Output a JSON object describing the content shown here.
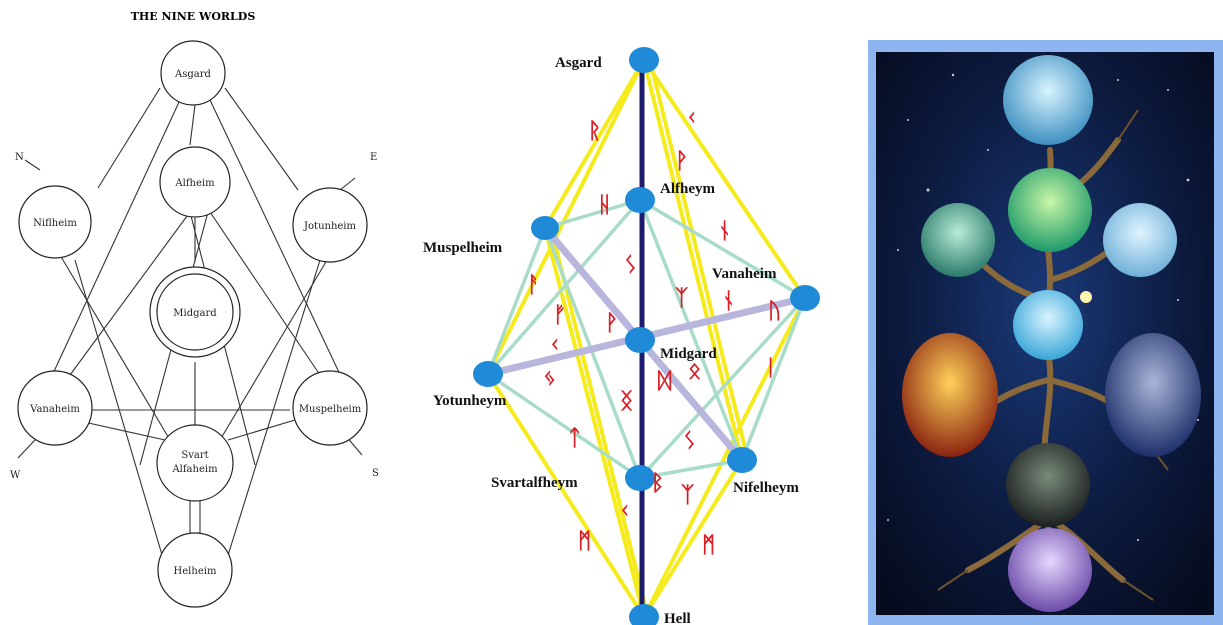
{
  "left": {
    "title": "THE NINE WORLDS",
    "worlds": {
      "asgard": "Asgard",
      "alfheim": "Alfheim",
      "midgard": "Midgard",
      "niflheim": "Niflheim",
      "jotunheim": "Jotunheim",
      "vanaheim": "Vanaheim",
      "muspelheim": "Muspelheim",
      "svart1": "Svart",
      "svart2": "Alfaheim",
      "helheim": "Helheim"
    },
    "directions": {
      "n": "N",
      "e": "E",
      "w": "W",
      "s": "S"
    }
  },
  "middle": {
    "nodes": {
      "asgard": "Asgard",
      "alfheym": "Alfheym",
      "muspelheim": "Muspelheim",
      "vanaheim": "Vanaheim",
      "midgard": "Midgard",
      "yotunheym": "Yotunheym",
      "svartalfheym": "Svartalfheym",
      "nifelheym": "Nifelheym",
      "hell": "Hell"
    },
    "colors": {
      "node": "#1e8ad8",
      "outer_lines": "#f5eb1c",
      "inner_lines": "#a9dcc8",
      "axis": "#1d1b6b",
      "cross": "#b8b6dd",
      "rune": "#d81f26"
    },
    "runes": [
      "ᚱ",
      "ᚲ",
      "ᚺ",
      "ᚹ",
      "ᚾ",
      "ᚨ",
      "ᛊ",
      "ᚾ",
      "ᚠ",
      "ᚹ",
      "ᛉ",
      "ᚢ",
      "ᚲ",
      "ᛃ",
      "ᛞ",
      "ᛟ",
      "ᛁ",
      "ᛝ",
      "ᛏ",
      "ᛊ",
      "ᛒ",
      "ᛉ",
      "ᛗ",
      "ᚲ",
      "ᛗ"
    ]
  },
  "right": {
    "description_icon": "yggdrasil-painting-icon",
    "colors": {
      "frame": "#8fb5f0",
      "sky": "#0c1a3d"
    }
  }
}
